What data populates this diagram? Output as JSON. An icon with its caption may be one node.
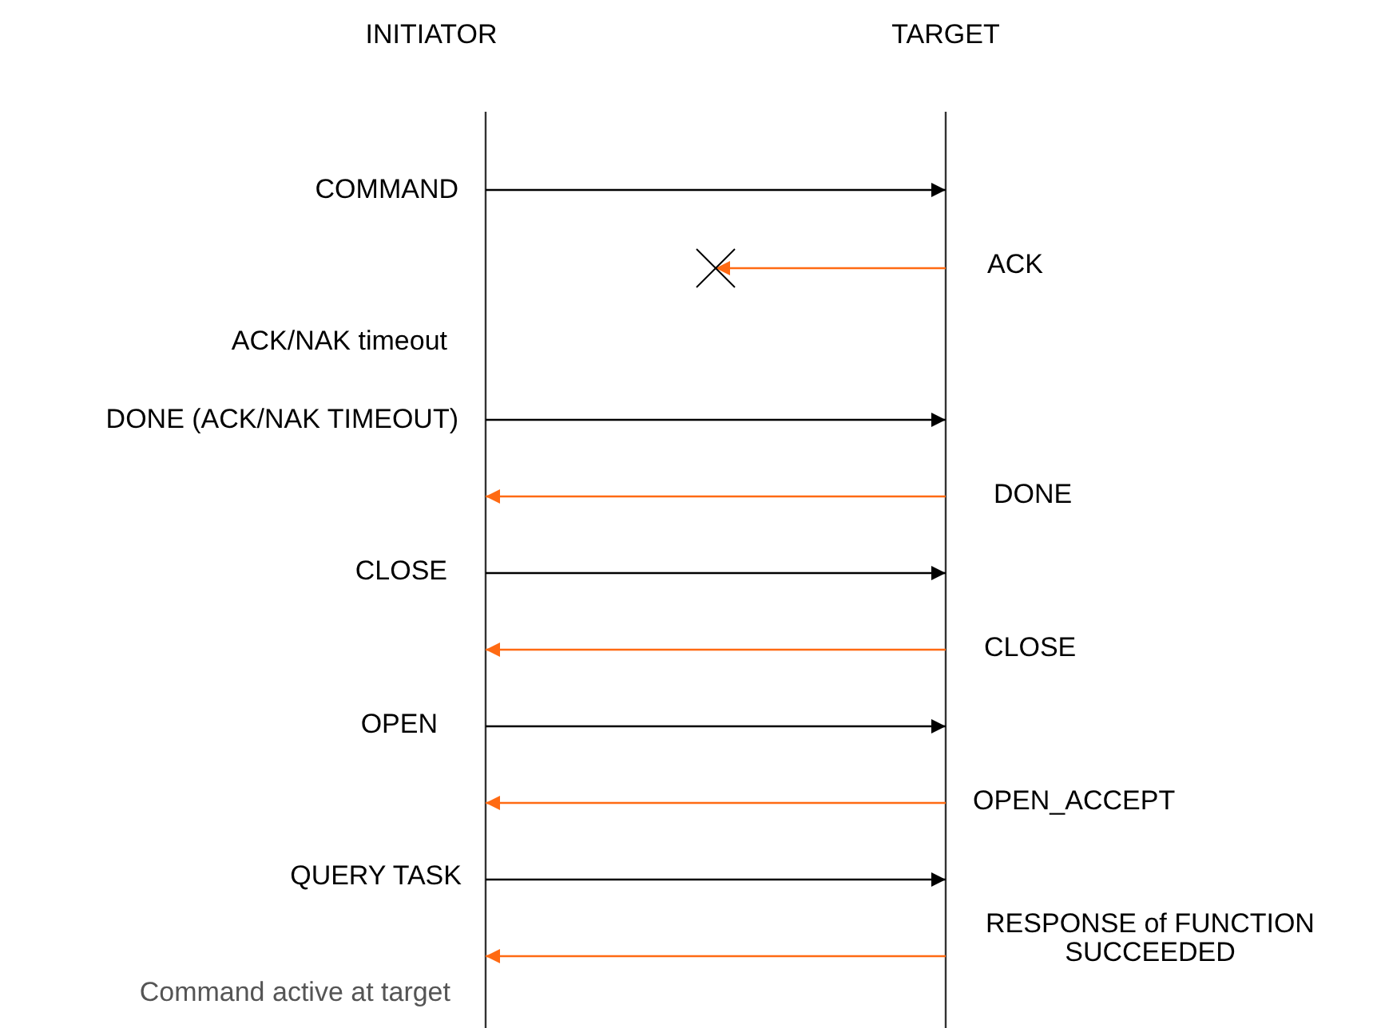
{
  "diagram": {
    "nodes": [
      {
        "text": [
          "INITIATOR"
        ]
      },
      {
        "text": [
          "TARGET"
        ]
      }
    ],
    "edges": [
      {
        "from": 0,
        "to": 1,
        "arrow": "to",
        "label": "COMMAND"
      },
      {
        "from": 1,
        "to": null,
        "arrow": "to",
        "label": "ACK",
        "color": "#ff6a13"
      },
      {
        "from": 0,
        "to": 1,
        "arrow": "to",
        "label": "DONE (ACK/NAK TIMEOUT)"
      },
      {
        "from": 1,
        "to": 0,
        "arrow": "to",
        "label": "DONE",
        "color": "#ff6a13"
      },
      {
        "from": 0,
        "to": 1,
        "arrow": "to",
        "label": "CLOSE"
      },
      {
        "from": 1,
        "to": 0,
        "arrow": "to",
        "label": "CLOSE",
        "color": "#ff6a13"
      },
      {
        "from": 0,
        "to": 1,
        "arrow": "to",
        "label": "OPEN"
      },
      {
        "from": 1,
        "to": 0,
        "arrow": "to",
        "label": "OPEN_ACCEPT",
        "color": "#ff6a13"
      },
      {
        "from": 0,
        "to": 1,
        "arrow": "to",
        "label": "QUERY TASK"
      },
      {
        "from": 1,
        "to": 0,
        "arrow": "to",
        "label": "RESPONSE of FUNCTION SUCCEEDED",
        "color": "#ff6a13"
      }
    ],
    "labels": [
      "ACK/NAK timeout",
      "Command active at target"
    ]
  }
}
